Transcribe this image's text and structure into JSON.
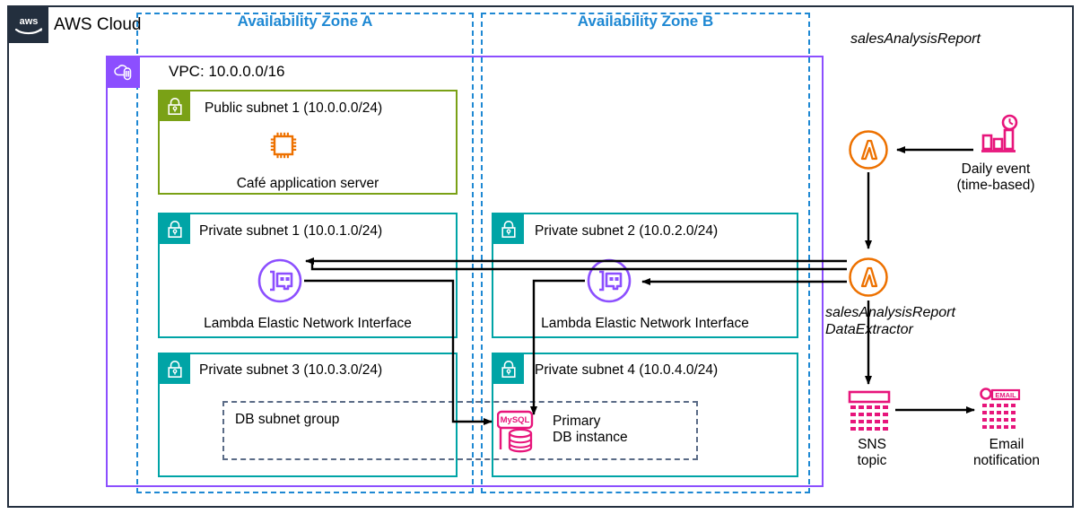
{
  "diagram": {
    "cloud": {
      "label": "AWS Cloud",
      "logo_icon": "aws-logo-icon",
      "border_color": "#232F3E"
    },
    "availability_zones": [
      {
        "id": "az-a",
        "label": "Availability Zone A",
        "color": "#1E88D3"
      },
      {
        "id": "az-b",
        "label": "Availability Zone B",
        "color": "#1E88D3"
      }
    ],
    "vpc": {
      "label": "VPC: 10.0.0.0/16",
      "cidr": "10.0.0.0/16",
      "icon": "vpc-icon",
      "color": "#8C4FFF"
    },
    "subnets": [
      {
        "id": "public-subnet-1",
        "title": "Public subnet 1 (10.0.0.0/24)",
        "cidr": "10.0.0.0/24",
        "kind": "public",
        "color": "#7AA116",
        "icon": "lock-icon",
        "node": {
          "label": "Café application server",
          "icon": "ec2-instance-icon",
          "icon_color": "#ED7100"
        }
      },
      {
        "id": "private-subnet-1",
        "title": "Private subnet 1 (10.0.1.0/24)",
        "cidr": "10.0.1.0/24",
        "kind": "private",
        "color": "#00A4A6",
        "icon": "lock-icon",
        "node": {
          "label": "Lambda Elastic Network Interface",
          "icon": "elastic-network-interface-icon",
          "icon_color": "#8C4FFF"
        }
      },
      {
        "id": "private-subnet-2",
        "title": "Private subnet 2 (10.0.2.0/24)",
        "cidr": "10.0.2.0/24",
        "kind": "private",
        "color": "#00A4A6",
        "icon": "lock-icon",
        "node": {
          "label": "Lambda Elastic Network Interface",
          "icon": "elastic-network-interface-icon",
          "icon_color": "#8C4FFF"
        }
      },
      {
        "id": "private-subnet-3",
        "title": "Private subnet 3 (10.0.3.0/24)",
        "cidr": "10.0.3.0/24",
        "kind": "private",
        "color": "#00A4A6",
        "icon": "lock-icon",
        "node": null
      },
      {
        "id": "private-subnet-4",
        "title": "Private subnet 4 (10.0.4.0/24)",
        "cidr": "10.0.4.0/24",
        "kind": "private",
        "color": "#00A4A6",
        "icon": "lock-icon",
        "node": {
          "label_line1": "Primary",
          "label_line2": "DB instance",
          "icon": "rds-mysql-icon",
          "icon_label": "MySQL",
          "icon_color": "#E7157B"
        }
      }
    ],
    "db_subnet_group": {
      "label": "DB subnet group",
      "border_style": "dashed",
      "border_color": "#5A6B86"
    },
    "external": {
      "report_title": "salesAnalysisReport",
      "lambda_top": {
        "icon": "lambda-icon",
        "icon_color": "#ED7100",
        "label": ""
      },
      "lambda_bottom": {
        "icon": "lambda-icon",
        "icon_color": "#ED7100",
        "label_line1": "salesAnalysisReport",
        "label_line2": "DataExtractor"
      },
      "event": {
        "icon": "eventbridge-scheduler-icon",
        "icon_color": "#E7157B",
        "label_line1": "Daily event",
        "label_line2": "(time-based)"
      },
      "sns": {
        "icon": "sns-topic-icon",
        "icon_color": "#E7157B",
        "label_line1": "SNS",
        "label_line2": "topic"
      },
      "email": {
        "icon": "email-notification-icon",
        "icon_text": "EMAIL",
        "icon_color": "#E7157B",
        "label_line1": "Email",
        "label_line2": "notification"
      }
    },
    "connections": [
      {
        "from": "daily-event",
        "to": "lambda-salesAnalysisReport",
        "direction": "left"
      },
      {
        "from": "lambda-salesAnalysisReport",
        "to": "lambda-dataExtractor",
        "direction": "down"
      },
      {
        "from": "lambda-dataExtractor",
        "to": "eni-private-subnet-1",
        "direction": "left"
      },
      {
        "from": "lambda-dataExtractor",
        "to": "eni-private-subnet-2",
        "direction": "left"
      },
      {
        "from": "eni-private-subnet-1",
        "to": "primary-db-instance",
        "direction": "right-down-right"
      },
      {
        "from": "eni-private-subnet-2",
        "to": "primary-db-instance",
        "direction": "left-down"
      },
      {
        "from": "lambda-dataExtractor",
        "to": "sns-topic",
        "direction": "down"
      },
      {
        "from": "sns-topic",
        "to": "email-notification",
        "direction": "right"
      }
    ]
  }
}
